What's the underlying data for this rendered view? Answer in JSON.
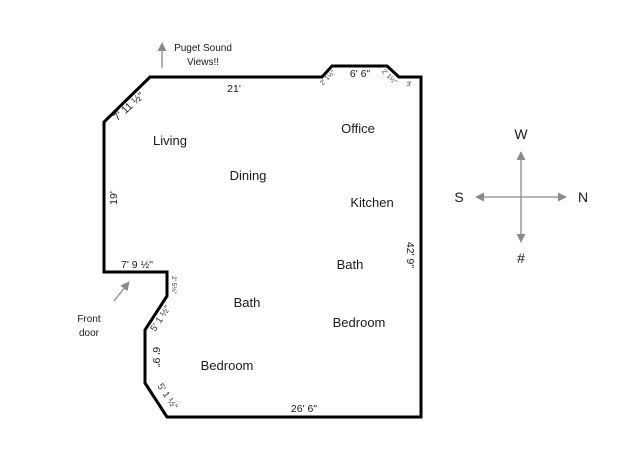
{
  "rooms": {
    "living": "Living",
    "dining": "Dining",
    "office": "Office",
    "kitchen": "Kitchen",
    "bath_upper": "Bath",
    "bath_lower": "Bath",
    "bedroom_right": "Bedroom",
    "bedroom_lower": "Bedroom"
  },
  "dimensions": {
    "top_wall": "21'",
    "top_bump": "6' 6\"",
    "bump_left_diag": "2' 1½\"",
    "bump_right_diag": "2' 1½\"",
    "bump_right_step": "3'",
    "top_left_diag": "7' 11 ½\"",
    "left_wall": "19'",
    "entry_ledge": "7' 9 ½\"",
    "entry_step": "2' 5½\"",
    "lower_left_diag_upper": "5' 1 ½\"",
    "lower_left_wall": "6' 9\"",
    "lower_left_diag_lower": "5' 1 ½\"",
    "bottom_wall": "26' 6\"",
    "right_wall": "42' 9\""
  },
  "notes": {
    "views_line1": "Puget Sound",
    "views_line2": "Views!!",
    "front_door_line1": "Front",
    "front_door_line2": "door"
  },
  "compass": {
    "top": "W",
    "left": "S",
    "right": "N",
    "bottom": "#"
  },
  "colors": {
    "wall": "#000000",
    "arrow": "#8a8a8a",
    "text": "#1a1a1a"
  }
}
